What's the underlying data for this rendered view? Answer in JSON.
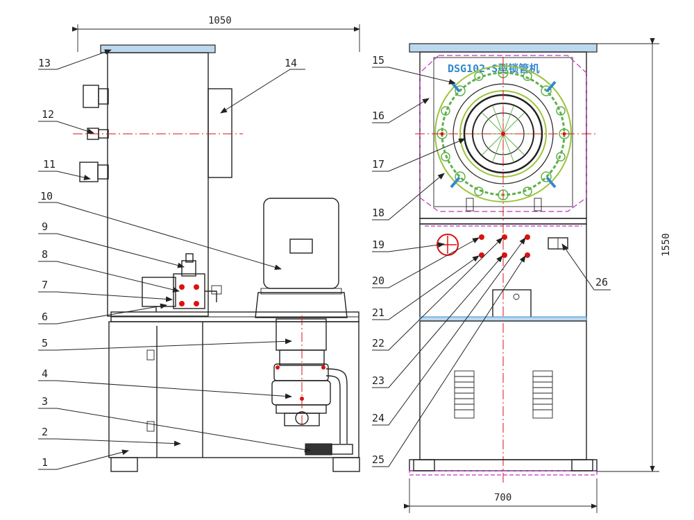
{
  "title_text": "DSG102-S型锁管机",
  "dimensions": {
    "width_side": "1050",
    "height": "1550",
    "width_front": "700"
  },
  "colors": {
    "line": "#222222",
    "centerline": "#dd1111",
    "accent": "#c030c0",
    "title": "#3388cc",
    "plate": "#bcd8ee"
  },
  "callouts": [
    "1",
    "2",
    "3",
    "4",
    "5",
    "6",
    "7",
    "8",
    "9",
    "10",
    "11",
    "12",
    "13",
    "14",
    "15",
    "16",
    "17",
    "18",
    "19",
    "20",
    "21",
    "22",
    "23",
    "24",
    "25",
    "26"
  ]
}
